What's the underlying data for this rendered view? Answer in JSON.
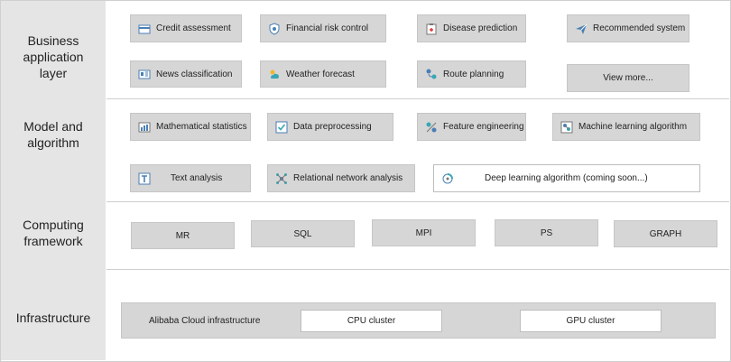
{
  "layers": {
    "business": "Business application layer",
    "model": "Model and algorithm",
    "computing": "Computing framework",
    "infrastructure": "Infrastructure"
  },
  "business_items": [
    {
      "label": "Credit assessment",
      "icon": "card-icon"
    },
    {
      "label": "Financial risk control",
      "icon": "shield-icon"
    },
    {
      "label": "Disease prediction",
      "icon": "medical-clipboard-icon"
    },
    {
      "label": "Recommended system",
      "icon": "paper-plane-icon"
    },
    {
      "label": "News classification",
      "icon": "news-icon"
    },
    {
      "label": "Weather forecast",
      "icon": "weather-icon"
    },
    {
      "label": "Route planning",
      "icon": "route-icon"
    },
    {
      "label": "View more..."
    }
  ],
  "model_items": [
    {
      "label": "Mathematical statistics",
      "icon": "statistics-icon"
    },
    {
      "label": "Data preprocessing",
      "icon": "check-box-icon"
    },
    {
      "label": "Feature engineering",
      "icon": "feature-icon"
    },
    {
      "label": "Machine learning algorithm",
      "icon": "ml-icon"
    },
    {
      "label": "Text analysis",
      "icon": "text-icon"
    },
    {
      "label": "Relational network analysis",
      "icon": "network-icon"
    },
    {
      "label": "Deep learning algorithm (coming soon...)",
      "icon": "deep-learning-icon"
    }
  ],
  "computing_items": [
    "MR",
    "SQL",
    "MPI",
    "PS",
    "GRAPH"
  ],
  "infrastructure": {
    "label": "Alibaba Cloud infrastructure",
    "cpu": "CPU cluster",
    "gpu": "GPU cluster"
  },
  "colors": {
    "box_fill": "#d6d6d6",
    "left_column": "#e5e5e5",
    "icon_blue": "#4a7fb5",
    "icon_teal": "#3aa6b5"
  }
}
